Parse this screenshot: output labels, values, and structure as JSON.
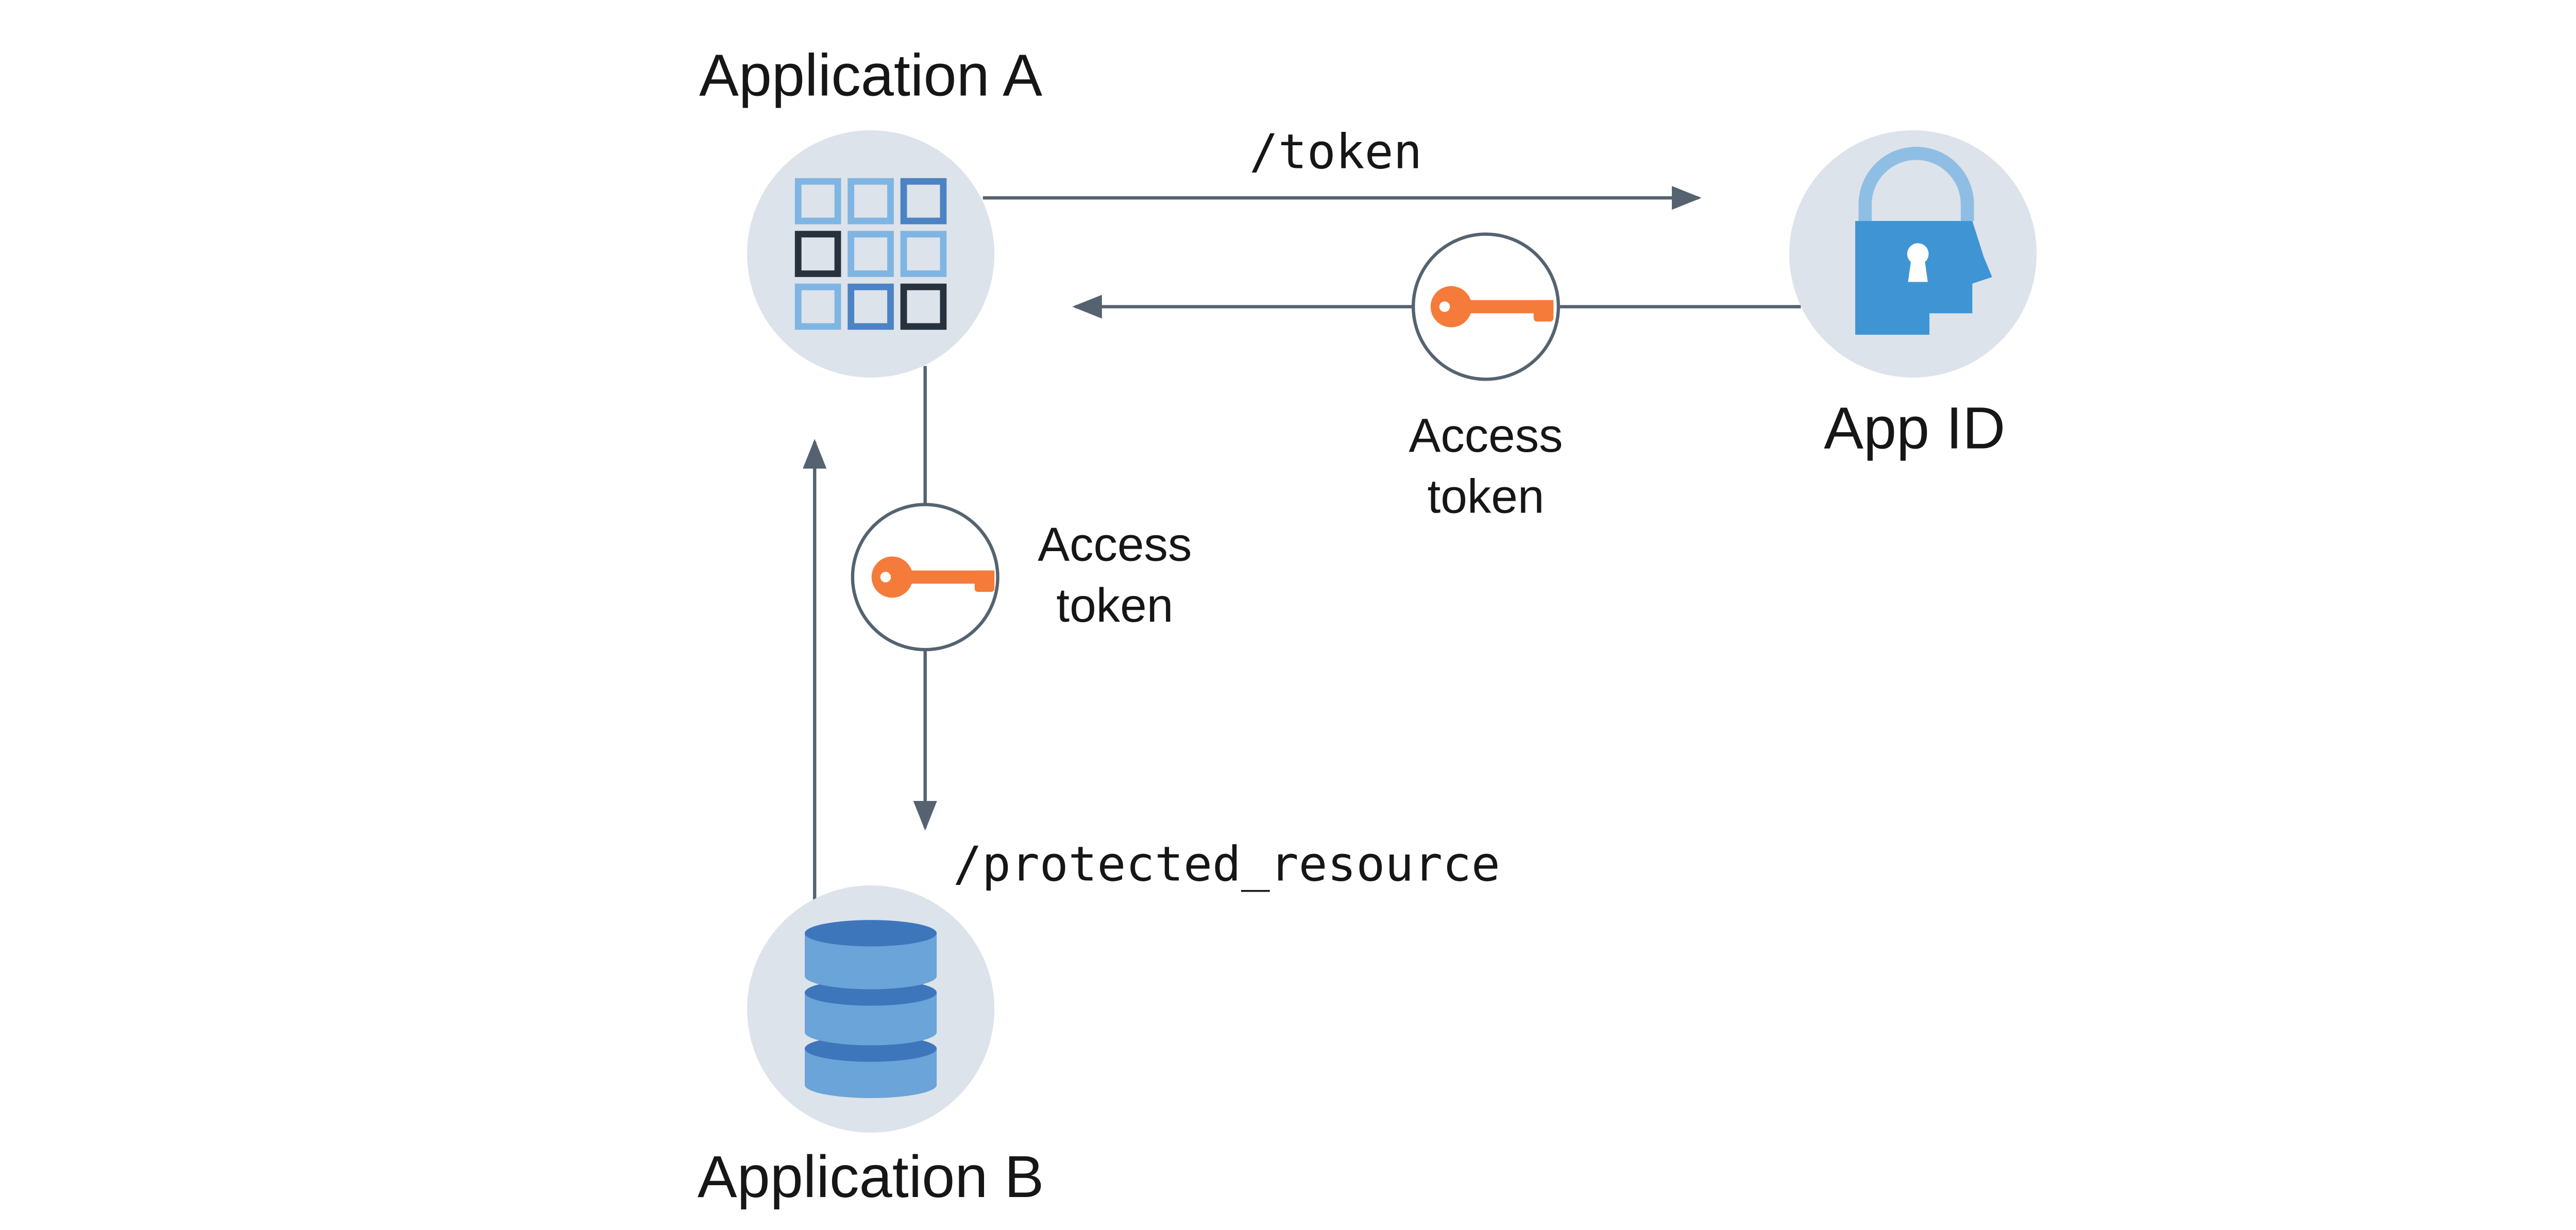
{
  "nodes": {
    "application_a": {
      "label": "Application A",
      "icon": "app-grid-icon"
    },
    "app_id": {
      "label": "App ID",
      "icon": "padlock-head-icon"
    },
    "application_b": {
      "label": "Application B",
      "icon": "database-icon"
    }
  },
  "edges": {
    "token_request": {
      "label": "/token"
    },
    "token_response": {
      "label_line1": "Access",
      "label_line2": "token",
      "icon": "key-icon"
    },
    "protected_request": {
      "label": "/protected_resource",
      "token_label_line1": "Access",
      "token_label_line2": "token",
      "icon": "key-icon"
    },
    "protected_response": {
      "label": ""
    }
  },
  "colors": {
    "node_background": "#dde3ea",
    "arrow": "#556370",
    "key": "#f47b3a",
    "grid_light": "#7fb5e2",
    "grid_mid": "#4b83c4",
    "grid_dark": "#27323e",
    "lock_body": "#3f95d3",
    "lock_shackle": "#8fbee4",
    "db_top": "#3e76bc",
    "db_side": "#6aa4d8"
  }
}
